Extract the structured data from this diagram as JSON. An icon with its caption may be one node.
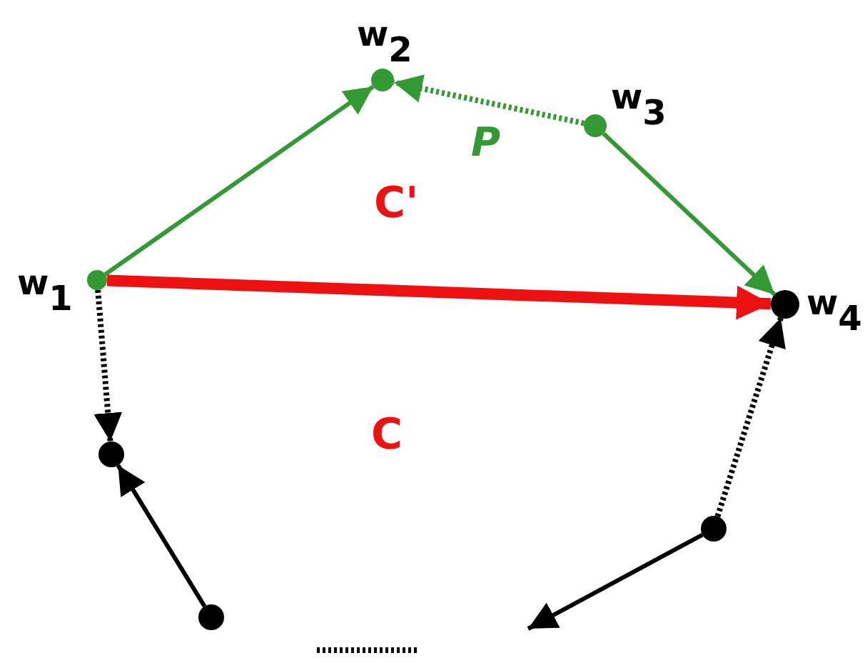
{
  "diagram": {
    "nodes": [
      {
        "text": [],
        "shape": "circle",
        "beside": [
          "w$_{1}$"
        ]
      },
      {
        "text": [],
        "shape": "circle",
        "beside": [
          "w$_{2}$"
        ]
      },
      {
        "text": [],
        "shape": "circle",
        "beside": [
          "w$_{3}$"
        ]
      },
      {
        "text": [],
        "shape": "circle",
        "beside": [
          "w$_{4}$"
        ]
      },
      {
        "text": [],
        "shape": "circle"
      },
      {
        "text": [],
        "shape": "circle"
      },
      {
        "text": [],
        "shape": "circle"
      }
    ],
    "edges": [
      {
        "from": 0,
        "to": 1,
        "arrow": "to",
        "color": "#339933"
      },
      {
        "from": 2,
        "to": 1,
        "arrow": "to",
        "style": "dashed",
        "color": "#339933"
      },
      {
        "from": 2,
        "to": 3,
        "arrow": "to",
        "color": "#339933"
      },
      {
        "from": 0,
        "to": 3,
        "arrow": "to",
        "style": "thick",
        "color": "#ee1111"
      },
      {
        "from": 0,
        "to": 4,
        "arrow": "to",
        "style": "dashed"
      },
      {
        "from": 6,
        "to": 4,
        "arrow": "to"
      },
      {
        "from": 5,
        "to": 3,
        "arrow": "to",
        "style": "dashed"
      },
      {
        "from": 5,
        "to": null,
        "arrow": "to"
      }
    ],
    "labels": [
      "P",
      "C'",
      "C"
    ]
  }
}
